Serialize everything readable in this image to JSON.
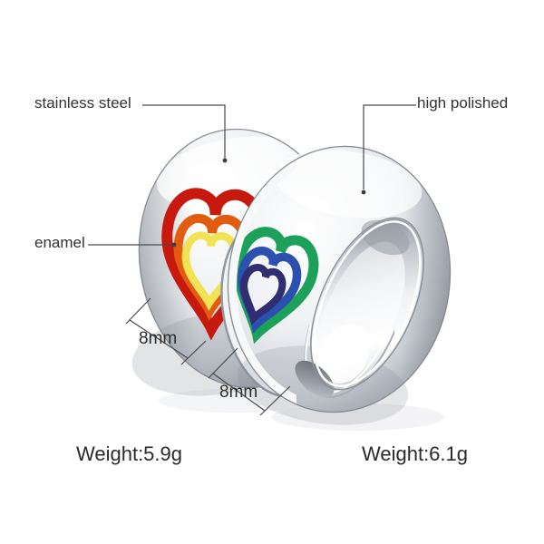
{
  "callouts": {
    "stainless_steel": "stainless steel",
    "high_polished": "high polished",
    "enamel": "enamel"
  },
  "dimensions": {
    "left_band_width": "8mm",
    "right_band_width": "8mm"
  },
  "weights": {
    "left_ring": "Weight:5.9g",
    "right_ring": "Weight:6.1g"
  },
  "rings": {
    "left": {
      "enamel_stripe_colors": [
        "#c7190d",
        "#e25c10",
        "#f1e354"
      ]
    },
    "right": {
      "enamel_stripe_colors": [
        "#1ca05a",
        "#2b50ae",
        "#312d71"
      ]
    }
  },
  "colors": {
    "background": "#ffffff",
    "annotation_line": "#4a4a4a",
    "label_text": "#333333",
    "enamel_red": "#c7190d",
    "enamel_orange": "#e25c10",
    "enamel_yellow": "#f1e354",
    "enamel_green": "#1ca05a",
    "enamel_blue": "#2b50ae",
    "enamel_navy": "#312d71",
    "steel_highlight": "#ffffff",
    "steel_mid": "#c9cdd4",
    "steel_shadow": "#8d929b"
  }
}
